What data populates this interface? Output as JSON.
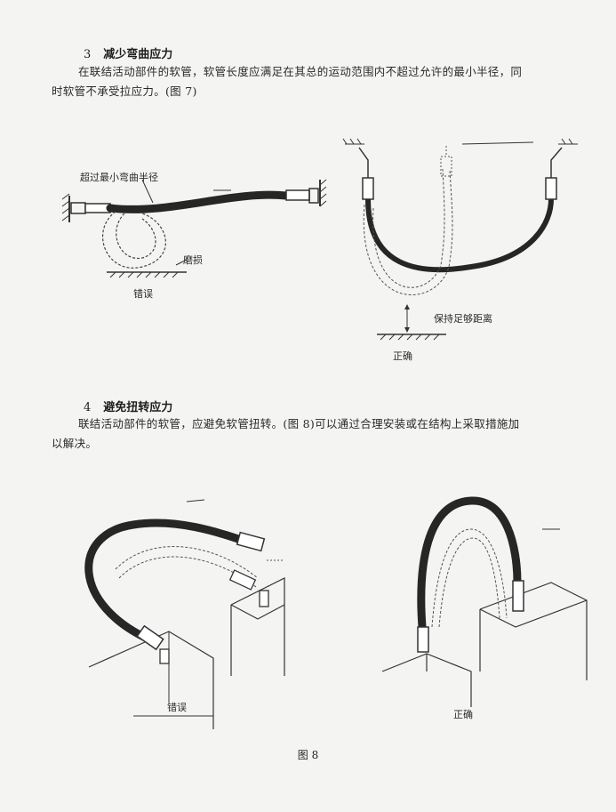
{
  "section3": {
    "num": "3",
    "title": "减少弯曲应力",
    "para_line1": "在联结活动部件的软管，软管长度应满足在其总的运动范围内不超过允许的最小半径，同",
    "para_line2": "时软管不承受拉应力。(图 7)"
  },
  "figure7": {
    "left_label_radius": "超过最小弯曲半径",
    "left_label_wear": "磨损",
    "left_caption": "错误",
    "right_label_distance": "保持足够距离",
    "right_caption": "正确"
  },
  "section4": {
    "num": "4",
    "title": "避免扭转应力",
    "para_line1": "联结活动部件的软管，应避免软管扭转。(图 8)可以通过合理安装或在结构上采取措施加",
    "para_line2": "以解决。"
  },
  "figure8": {
    "left_caption": "错误",
    "right_caption": "正确",
    "figure_label": "图 8"
  }
}
